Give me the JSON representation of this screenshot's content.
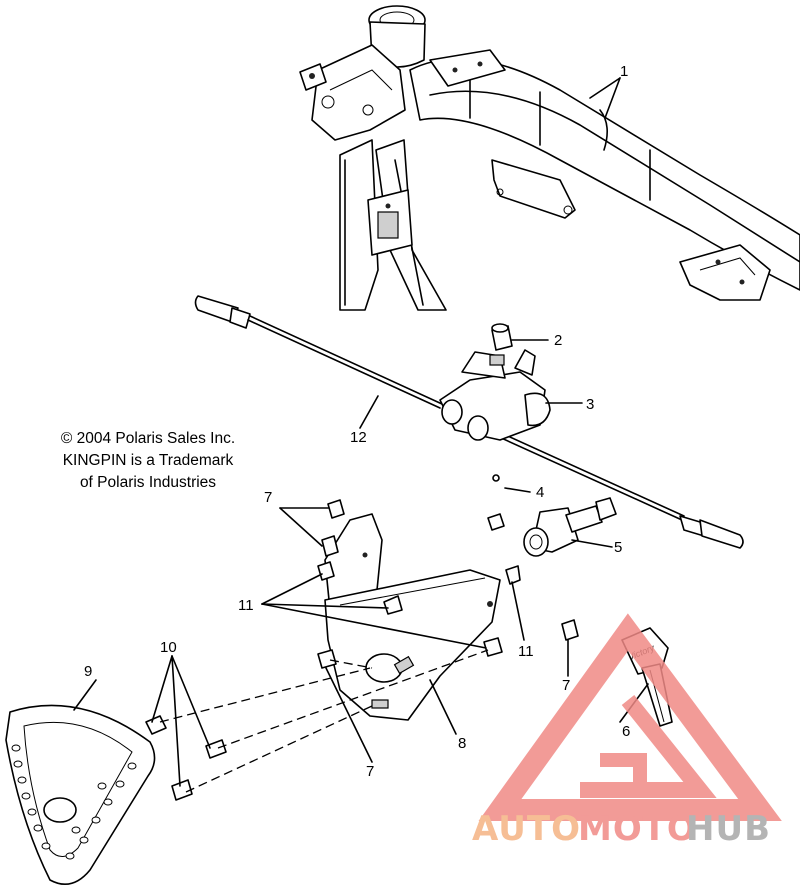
{
  "copyright": {
    "line1": "© 2004 Polaris Sales Inc.",
    "line2": "KINGPIN is a Trademark",
    "line3": "of Polaris Industries"
  },
  "callouts": {
    "c1": "1",
    "c2": "2",
    "c3": "3",
    "c4": "4",
    "c5": "5",
    "c6": "6",
    "c7a": "7",
    "c7b": "7",
    "c7c": "7",
    "c8": "8",
    "c9": "9",
    "c10": "10",
    "c11a": "11",
    "c11b": "11",
    "c12": "12"
  },
  "watermark": {
    "part_auto": "AUTO",
    "part_moto": "MOTO",
    "part_hub": "HUB",
    "color_orange": "#f5b383",
    "color_red": "#f08a86",
    "color_gray": "#a8a8a8"
  },
  "key_brand_text": "Victory"
}
